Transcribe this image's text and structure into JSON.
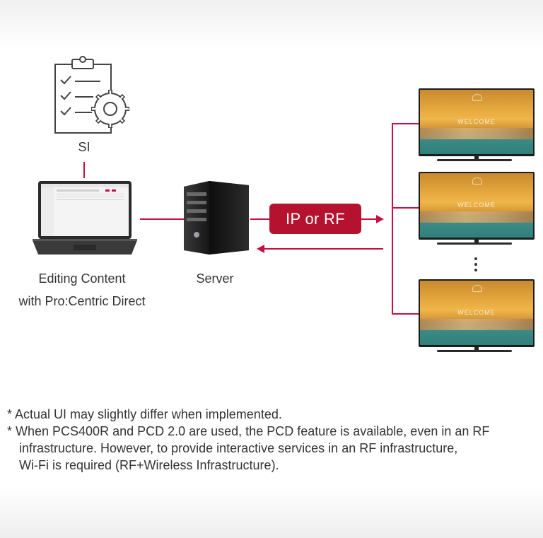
{
  "labels": {
    "si": "SI",
    "editing_line1": "Editing Content",
    "editing_line2": "with Pro:Centric Direct",
    "server": "Server",
    "connection": "IP or RF",
    "tv_welcome": "WELCOME"
  },
  "notes": [
    "* Actual UI may slightly differ when implemented.",
    "* When PCS400R and PCD 2.0 are used, the PCD feature is available, even in an RF",
    "infrastructure. However, to provide interactive services in an RF infrastructure,",
    "Wi-Fi is required (RF+Wireless Infrastructure)."
  ],
  "icons": {
    "si": "clipboard-gear-icon",
    "laptop": "laptop-icon",
    "server": "server-icon",
    "tv": "tv-icon",
    "more": "vertical-ellipsis-icon"
  },
  "colors": {
    "accent": "#c8103f",
    "badge": "#b5122f"
  }
}
